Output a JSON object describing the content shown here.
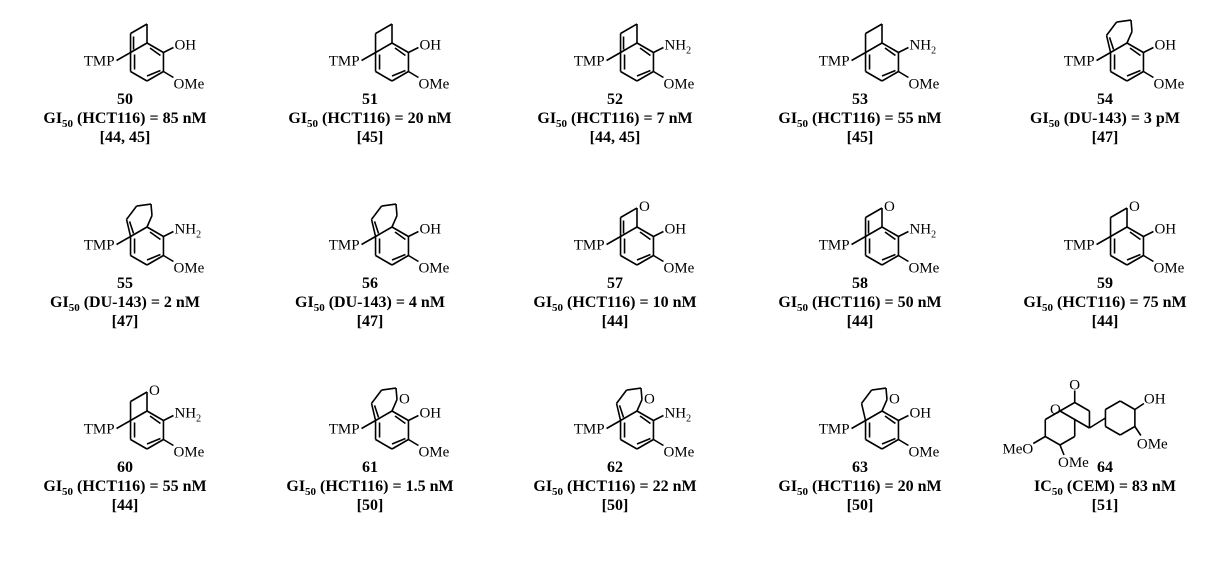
{
  "compounds": [
    {
      "id": "50",
      "sub_label": "OH",
      "activity_pre": "GI",
      "activity_sub": "50",
      "activity_rest": " (HCT116) = 85 nM",
      "ref": "[44, 45]",
      "ring": "six",
      "unsat": true,
      "hetero": false
    },
    {
      "id": "51",
      "sub_label": "OH",
      "activity_pre": "GI",
      "activity_sub": "50",
      "activity_rest": " (HCT116) = 20 nM",
      "ref": "[45]",
      "ring": "six",
      "unsat": false,
      "hetero": false
    },
    {
      "id": "52",
      "sub_label": "NH",
      "sub_index": "2",
      "activity_pre": "GI",
      "activity_sub": "50",
      "activity_rest": " (HCT116) = 7 nM",
      "ref": "[44, 45]",
      "ring": "six",
      "unsat": true,
      "hetero": false
    },
    {
      "id": "53",
      "sub_label": "NH",
      "sub_index": "2",
      "activity_pre": "GI",
      "activity_sub": "50",
      "activity_rest": " (HCT116) = 55 nM",
      "ref": "[45]",
      "ring": "six",
      "unsat": false,
      "hetero": false
    },
    {
      "id": "54",
      "sub_label": "OH",
      "activity_pre": "GI",
      "activity_sub": "50",
      "activity_rest": " (DU-143) = 3 pM",
      "ref": "[47]",
      "ring": "seven",
      "unsat": true,
      "hetero": false
    },
    {
      "id": "55",
      "sub_label": "NH",
      "sub_index": "2",
      "activity_pre": "GI",
      "activity_sub": "50",
      "activity_rest": " (DU-143) = 2 nM",
      "ref": "[47]",
      "ring": "seven",
      "unsat": true,
      "hetero": false
    },
    {
      "id": "56",
      "sub_label": "OH",
      "activity_pre": "GI",
      "activity_sub": "50",
      "activity_rest": " (DU-143) = 4 nM",
      "ref": "[47]",
      "ring": "seven",
      "unsat": true,
      "hetero": false
    },
    {
      "id": "57",
      "sub_label": "OH",
      "activity_pre": "GI",
      "activity_sub": "50",
      "activity_rest": " (HCT116) = 10 nM",
      "ref": "[44]",
      "ring": "six",
      "unsat": true,
      "hetero": true
    },
    {
      "id": "58",
      "sub_label": "NH",
      "sub_index": "2",
      "activity_pre": "GI",
      "activity_sub": "50",
      "activity_rest": " (HCT116) = 50 nM",
      "ref": "[44]",
      "ring": "six",
      "unsat": true,
      "hetero": true
    },
    {
      "id": "59",
      "sub_label": "OH",
      "activity_pre": "GI",
      "activity_sub": "50",
      "activity_rest": " (HCT116) = 75 nM",
      "ref": "[44]",
      "ring": "six",
      "unsat": false,
      "hetero": true
    },
    {
      "id": "60",
      "sub_label": "NH",
      "sub_index": "2",
      "activity_pre": "GI",
      "activity_sub": "50",
      "activity_rest": " (HCT116) = 55 nM",
      "ref": "[44]",
      "ring": "six",
      "unsat": false,
      "hetero": true
    },
    {
      "id": "61",
      "sub_label": "OH",
      "activity_pre": "GI",
      "activity_sub": "50",
      "activity_rest": " (HCT116) = 1.5 nM",
      "ref": "[50]",
      "ring": "seven",
      "unsat": true,
      "hetero": true
    },
    {
      "id": "62",
      "sub_label": "NH",
      "sub_index": "2",
      "activity_pre": "GI",
      "activity_sub": "50",
      "activity_rest": " (HCT116) = 22 nM",
      "ref": "[50]",
      "ring": "seven",
      "unsat": true,
      "hetero": true
    },
    {
      "id": "63",
      "sub_label": "OH",
      "activity_pre": "GI",
      "activity_sub": "50",
      "activity_rest": " (HCT116) = 20 nM",
      "ref": "[50]",
      "ring": "seven",
      "unsat": false,
      "hetero": true
    },
    {
      "id": "64",
      "activity_pre": "IC",
      "activity_sub": "50",
      "activity_rest": " (CEM) = 83 nM",
      "ref": "[51]",
      "ring": "coumarin"
    }
  ],
  "labels": {
    "tmp": "TMP",
    "ome": "OMe",
    "ring_o": "O",
    "meo": "MeO",
    "oh": "OH",
    "carbonyl_o": "O"
  }
}
